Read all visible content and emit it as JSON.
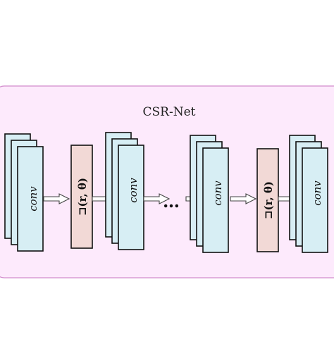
{
  "title": "CSR-Net",
  "block_label": "conv",
  "operator_label": "⊐(r, θ)",
  "ellipsis": "…",
  "colors": {
    "panel_fill": "#fdeafc",
    "panel_stroke": "#d28ccc",
    "conv_fill": "#d7eef4",
    "op_fill": "#f2d9d6",
    "stroke": "#111111"
  }
}
